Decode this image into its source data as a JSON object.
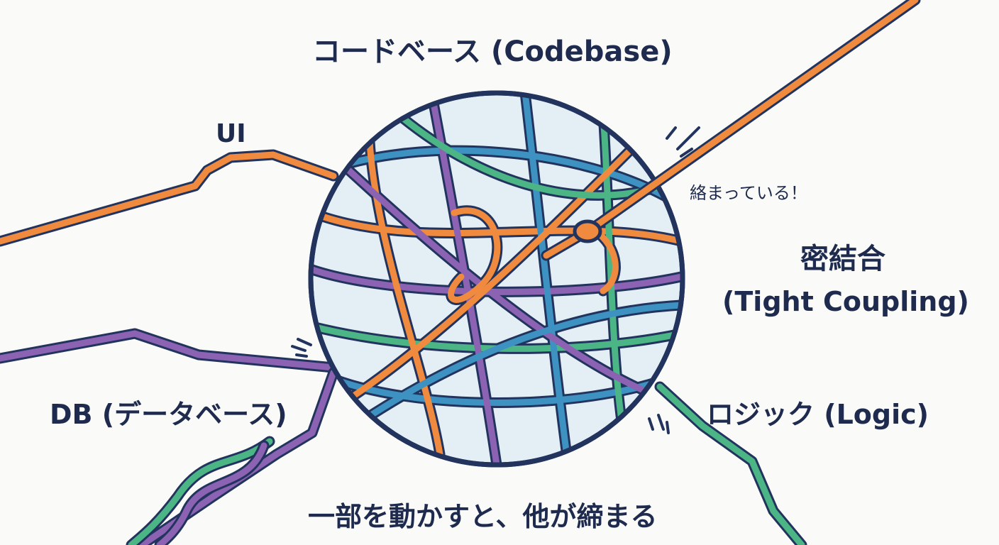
{
  "title": "コードベース (Codebase)",
  "strands": {
    "ui": {
      "label": "UI",
      "color": "#F08A3E"
    },
    "db": {
      "label": "DB (データベース)",
      "color": "#8C62B3"
    },
    "logic": {
      "label": "ロジック (Logic)",
      "color": "#4CB585"
    },
    "extra": {
      "color": "#3D92C2"
    }
  },
  "ball": {
    "outline_color": "#22345E",
    "fill_color": "#E3EEF5"
  },
  "tangled_label": "絡まっている！",
  "coupling": {
    "title": "密結合",
    "subtitle": "(Tight Coupling)"
  },
  "caption": "一部を動かすと、他が締まる"
}
